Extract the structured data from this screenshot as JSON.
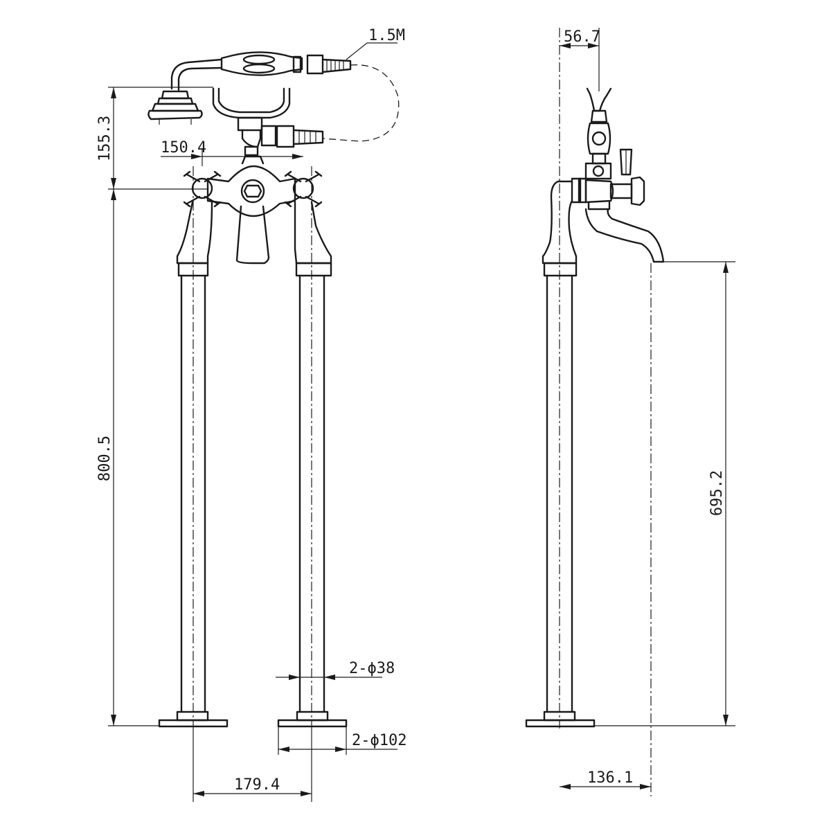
{
  "dimensions": {
    "hose_length": "1.5M",
    "head_height": "155.3",
    "valve_spacing": "150.4",
    "total_height": "800.5",
    "pipe_diameter": "2-ϕ38",
    "base_diameter": "2-ϕ102",
    "leg_spacing": "179.4",
    "top_offset": "56.7",
    "spout_height": "695.2",
    "spout_projection": "136.1"
  }
}
